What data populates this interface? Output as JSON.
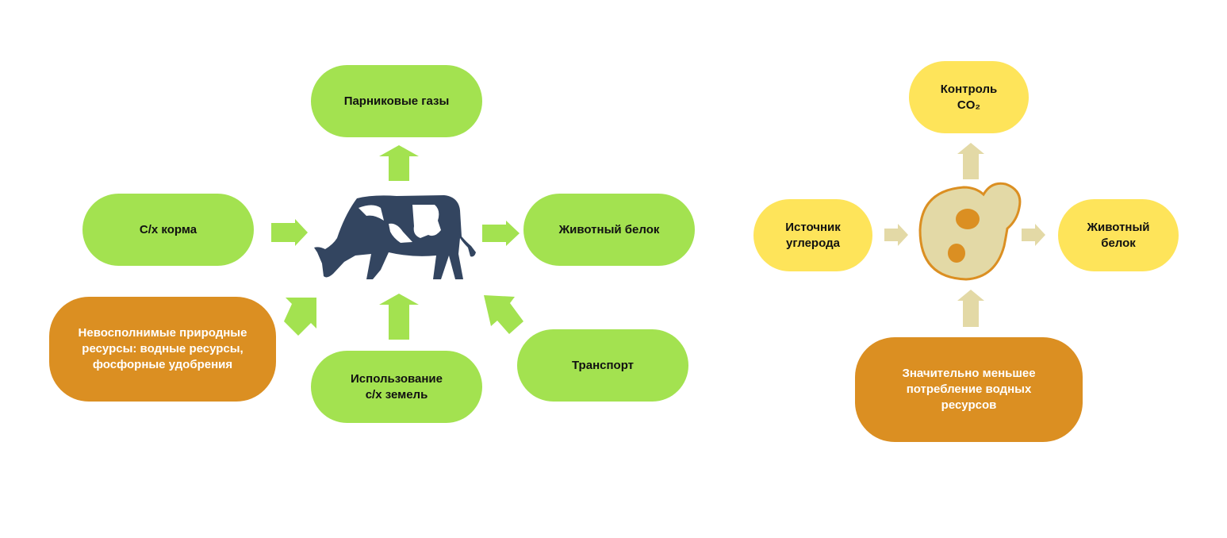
{
  "colors": {
    "green": "#a3e250",
    "orange": "#db8f22",
    "yellow": "#fee45a",
    "beige_arrow": "#e3d9a6",
    "cow": "#334560"
  },
  "left_diagram": {
    "center_icon": "cow-icon",
    "greenhouse_gases": "Парниковые газы",
    "feed": "С/х корма",
    "animal_protein": "Животный белок",
    "resources": "Невосполнимые природные ресурсы: водные ресурсы, фосфорные удобрения",
    "land_use": "Использование\nс/х земель",
    "transport": "Транспорт"
  },
  "right_diagram": {
    "center_icon": "yeast-cell-icon",
    "co2_control": "Контроль\nCO₂",
    "carbon_source": "Источник\nуглерода",
    "animal_protein": "Животный\nбелок",
    "water_use": "Значительно меньшее потребление водных ресурсов"
  }
}
